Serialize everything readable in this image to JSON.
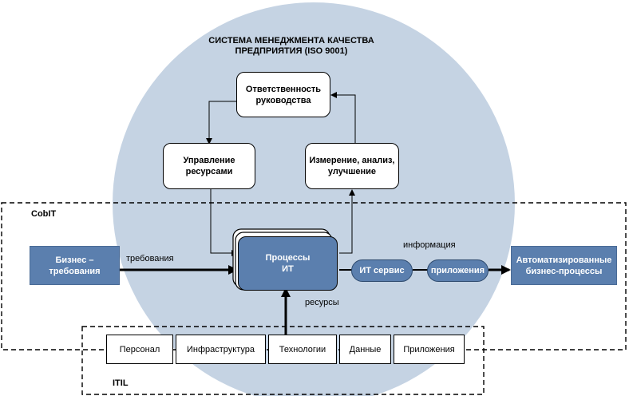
{
  "title": "СИСТЕМА МЕНЕДЖМЕНТА КАЧЕСТВА\nПРЕДПРИЯТИЯ (ISO 9001)",
  "nodes": {
    "responsibility": "Ответственность\nруководства",
    "resource_mgmt": "Управление\nресурсами",
    "measurement": "Измерение, анализ,\nулучшение",
    "processes": "Процессы\nИТ",
    "business_req": "Бизнес –\nтребования",
    "it_service": "ИТ сервис",
    "applications_pill": "приложения",
    "automated": "Автоматизированные\nбизнес-процессы"
  },
  "frames": {
    "cobit": "CobIT",
    "itil": "ITIL"
  },
  "edge_labels": {
    "requirements": "требования",
    "information": "информация",
    "resources": "ресурсы"
  },
  "itil_items": [
    "Персонал",
    "Инфраструктура",
    "Технологии",
    "Данные",
    "Приложения"
  ],
  "colors": {
    "circle": "#c5d3e3",
    "box_blue": "#5b7fae",
    "pill_border": "#2e4a6e"
  }
}
